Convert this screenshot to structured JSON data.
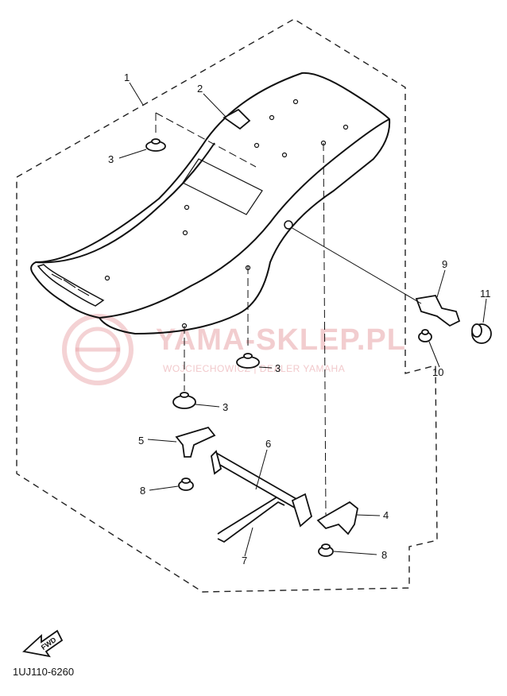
{
  "watermark": {
    "title": "YAMA-SKLEP.PL",
    "subtitle": "WOJCIECHOWICZ | DEALER YAMAHA",
    "color": "#e9a5a9"
  },
  "callouts": {
    "seat": "1",
    "tab": "2",
    "damper_left": "3",
    "damper_mid": "3",
    "damper_front": "3",
    "bracket_right": "4",
    "bracket_left": "5",
    "rod": "6",
    "cable": "7",
    "bolt_left": "8",
    "bolt_right": "8",
    "lock": "9",
    "nut": "10",
    "cap": "11"
  },
  "fwd_label": "FWD",
  "diagram_code": "1UJ110-6260"
}
